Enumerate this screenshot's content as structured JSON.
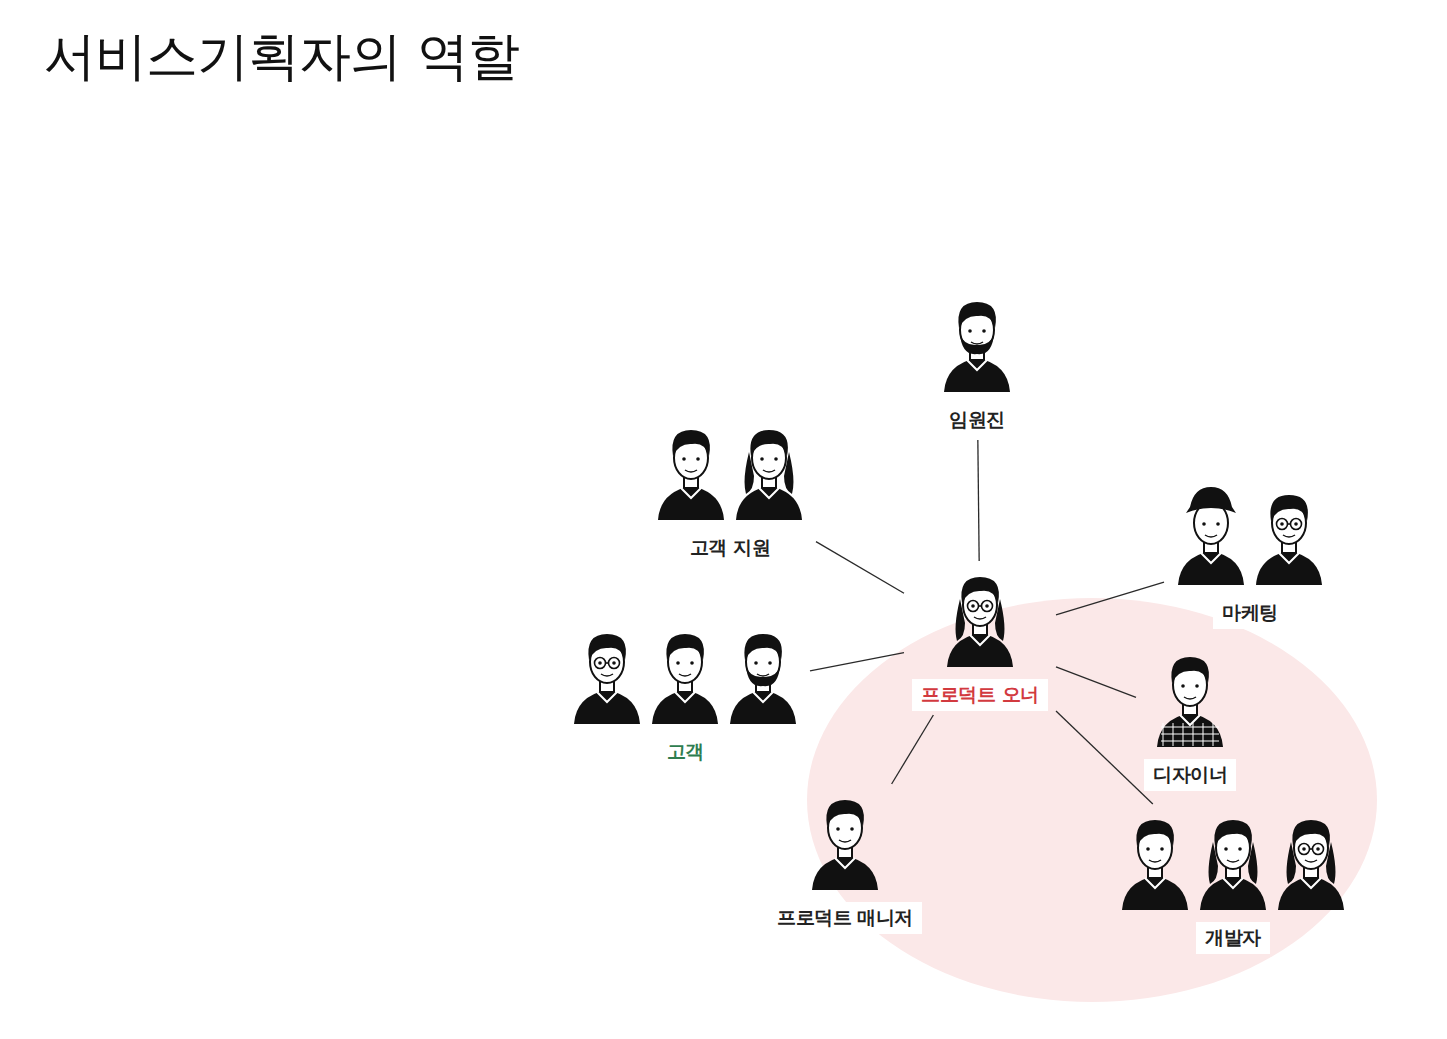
{
  "diagram": {
    "title": "서비스기획자의 역할",
    "nodes": [
      {
        "text": [
          "임원진"
        ]
      },
      {
        "text": [
          "고객 지원"
        ]
      },
      {
        "text": [
          "마케팅"
        ]
      },
      {
        "text": [
          "고객"
        ]
      },
      {
        "text": [
          "프로덕트 오너"
        ]
      },
      {
        "text": [
          "디자이너"
        ]
      },
      {
        "text": [
          "프로덕트 매니저"
        ]
      },
      {
        "text": [
          "개발자"
        ]
      }
    ],
    "edges": [
      {
        "from": 4,
        "to": 0,
        "arrow": "none"
      },
      {
        "from": 4,
        "to": 1,
        "arrow": "none"
      },
      {
        "from": 4,
        "to": 2,
        "arrow": "none"
      },
      {
        "from": 4,
        "to": 3,
        "arrow": "none"
      },
      {
        "from": 4,
        "to": 5,
        "arrow": "none"
      },
      {
        "from": 4,
        "to": 6,
        "arrow": "none"
      },
      {
        "from": 4,
        "to": 7,
        "arrow": "none"
      }
    ]
  }
}
